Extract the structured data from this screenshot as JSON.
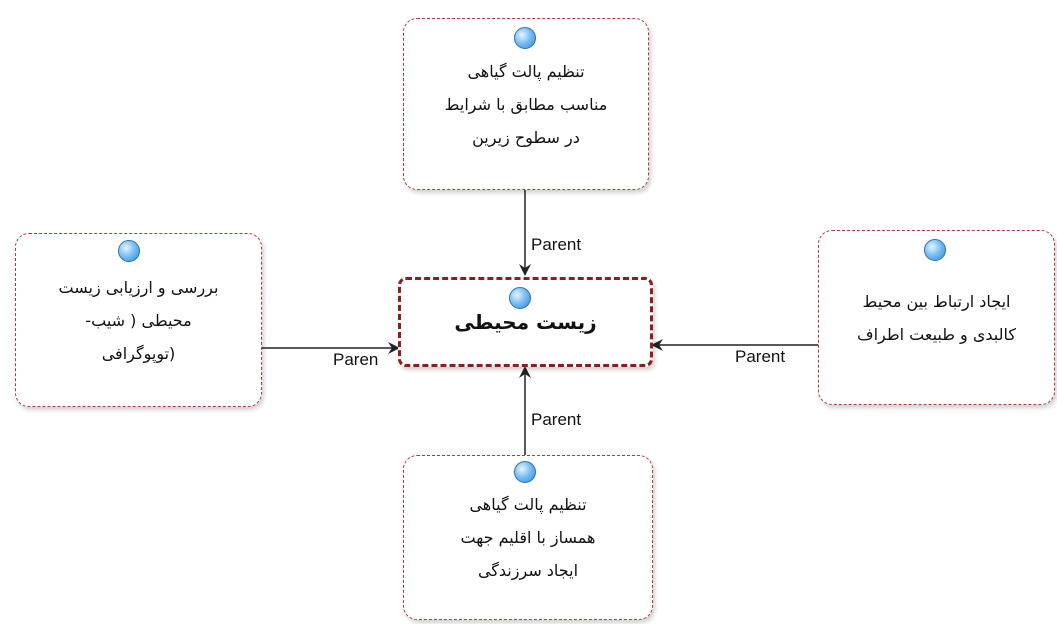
{
  "center_node": {
    "label": "زیست محیطی"
  },
  "nodes": {
    "top": {
      "label": "تنظیم پالت گیاهی\nمناسب مطابق با شرایط\nدر سطوح زیرین"
    },
    "left": {
      "label": "بررسی و ارزیابی زیست\nمحیطی ( شیب-\n(توپوگرافی"
    },
    "right": {
      "label": "ایجاد ارتباط بین محیط\nکالبدی و طبیعت اطراف"
    },
    "bottom": {
      "label": "تنظیم پالت گیاهی\nهمساز با اقلیم جهت\nایجاد سرزندگی"
    }
  },
  "edges": {
    "top": {
      "label": "Parent"
    },
    "left": {
      "label": "Paren"
    },
    "right": {
      "label": "Parent"
    },
    "bottom": {
      "label": "Parent"
    }
  },
  "colors": {
    "node_border": "#b33a3a",
    "center_border": "#8a1f1f",
    "connector": "#222222",
    "bubble": "#4a9fe6"
  }
}
